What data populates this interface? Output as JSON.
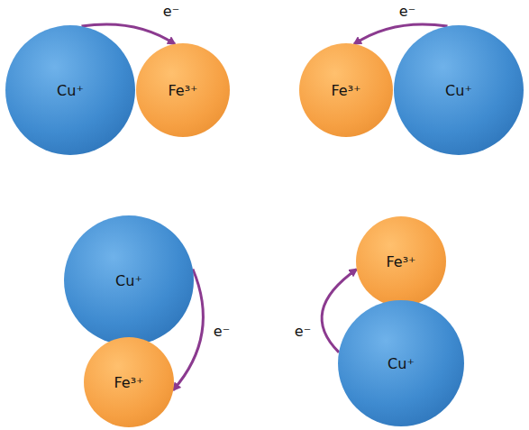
{
  "diagram": {
    "nodes": [
      {
        "text": [
          "Cu⁺"
        ]
      },
      {
        "text": [
          "Fe³⁺"
        ]
      },
      {
        "text": [
          "Fe³⁺"
        ]
      },
      {
        "text": [
          "Cu⁺"
        ]
      },
      {
        "text": [
          "Cu⁺"
        ]
      },
      {
        "text": [
          "Fe³⁺"
        ]
      },
      {
        "text": [
          "Fe³⁺"
        ]
      },
      {
        "text": [
          "Cu⁺"
        ]
      }
    ],
    "edges": [
      {
        "from": 0,
        "to": 1,
        "label": "e⁻",
        "arrow": "to"
      },
      {
        "from": 3,
        "to": 2,
        "label": "e⁻",
        "arrow": "to"
      },
      {
        "from": 4,
        "to": 5,
        "label": "e⁻",
        "arrow": "to"
      },
      {
        "from": 7,
        "to": 6,
        "label": "e⁻",
        "arrow": "to"
      }
    ]
  }
}
